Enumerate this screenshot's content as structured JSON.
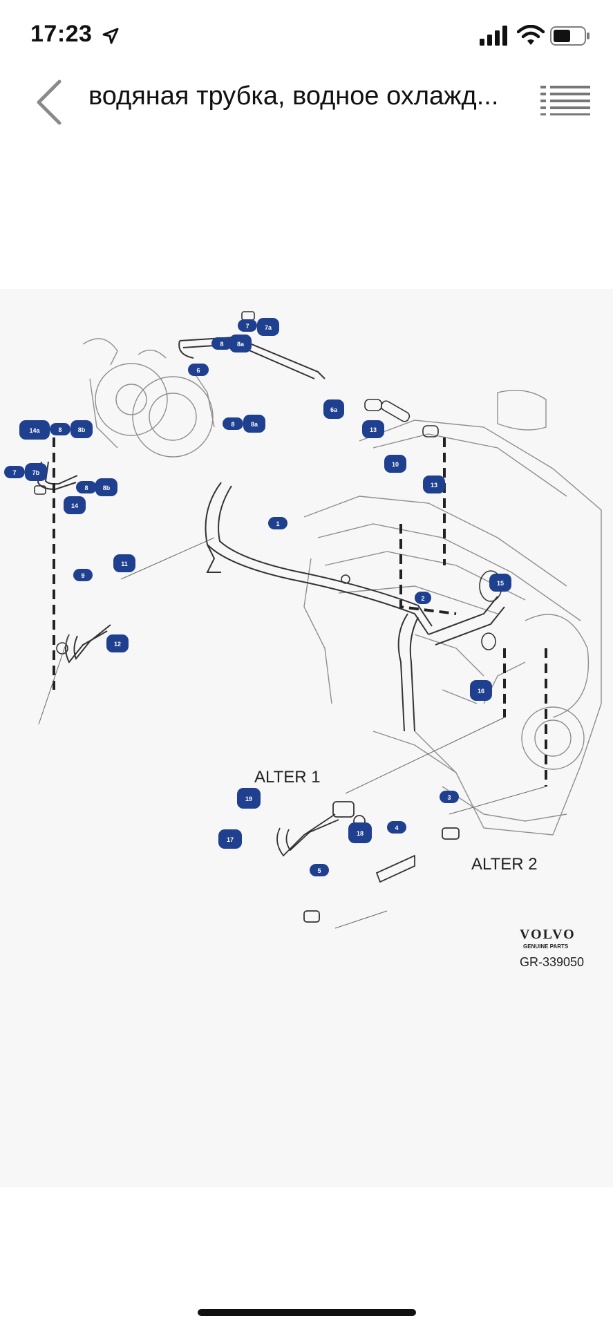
{
  "status_bar": {
    "time": "17:23",
    "icons": [
      "location-arrow-icon",
      "signal-bars-icon",
      "wifi-icon",
      "battery-icon"
    ]
  },
  "nav": {
    "title": "водяная трубка, водное охлажд...",
    "back_icon": "chevron-left-icon",
    "menu_icon": "list-menu-icon"
  },
  "diagram": {
    "callouts": [
      "1",
      "2",
      "3",
      "4",
      "5",
      "6",
      "6a",
      "7",
      "7a",
      "7",
      "7b",
      "8",
      "8a",
      "8",
      "8a",
      "8",
      "8b",
      "8",
      "8b",
      "9",
      "10",
      "11",
      "12",
      "13",
      "13",
      "14",
      "14a",
      "15",
      "16",
      "17",
      "18",
      "19"
    ],
    "alter_1": "ALTER 1",
    "alter_2": "ALTER 2",
    "brand": "VOLVO",
    "brand_sub": "GENUINE PARTS",
    "reference": "GR-339050"
  },
  "colors": {
    "callout_fill": "#1f3f8f",
    "line": "#555555",
    "background": "#f7f7f7"
  }
}
